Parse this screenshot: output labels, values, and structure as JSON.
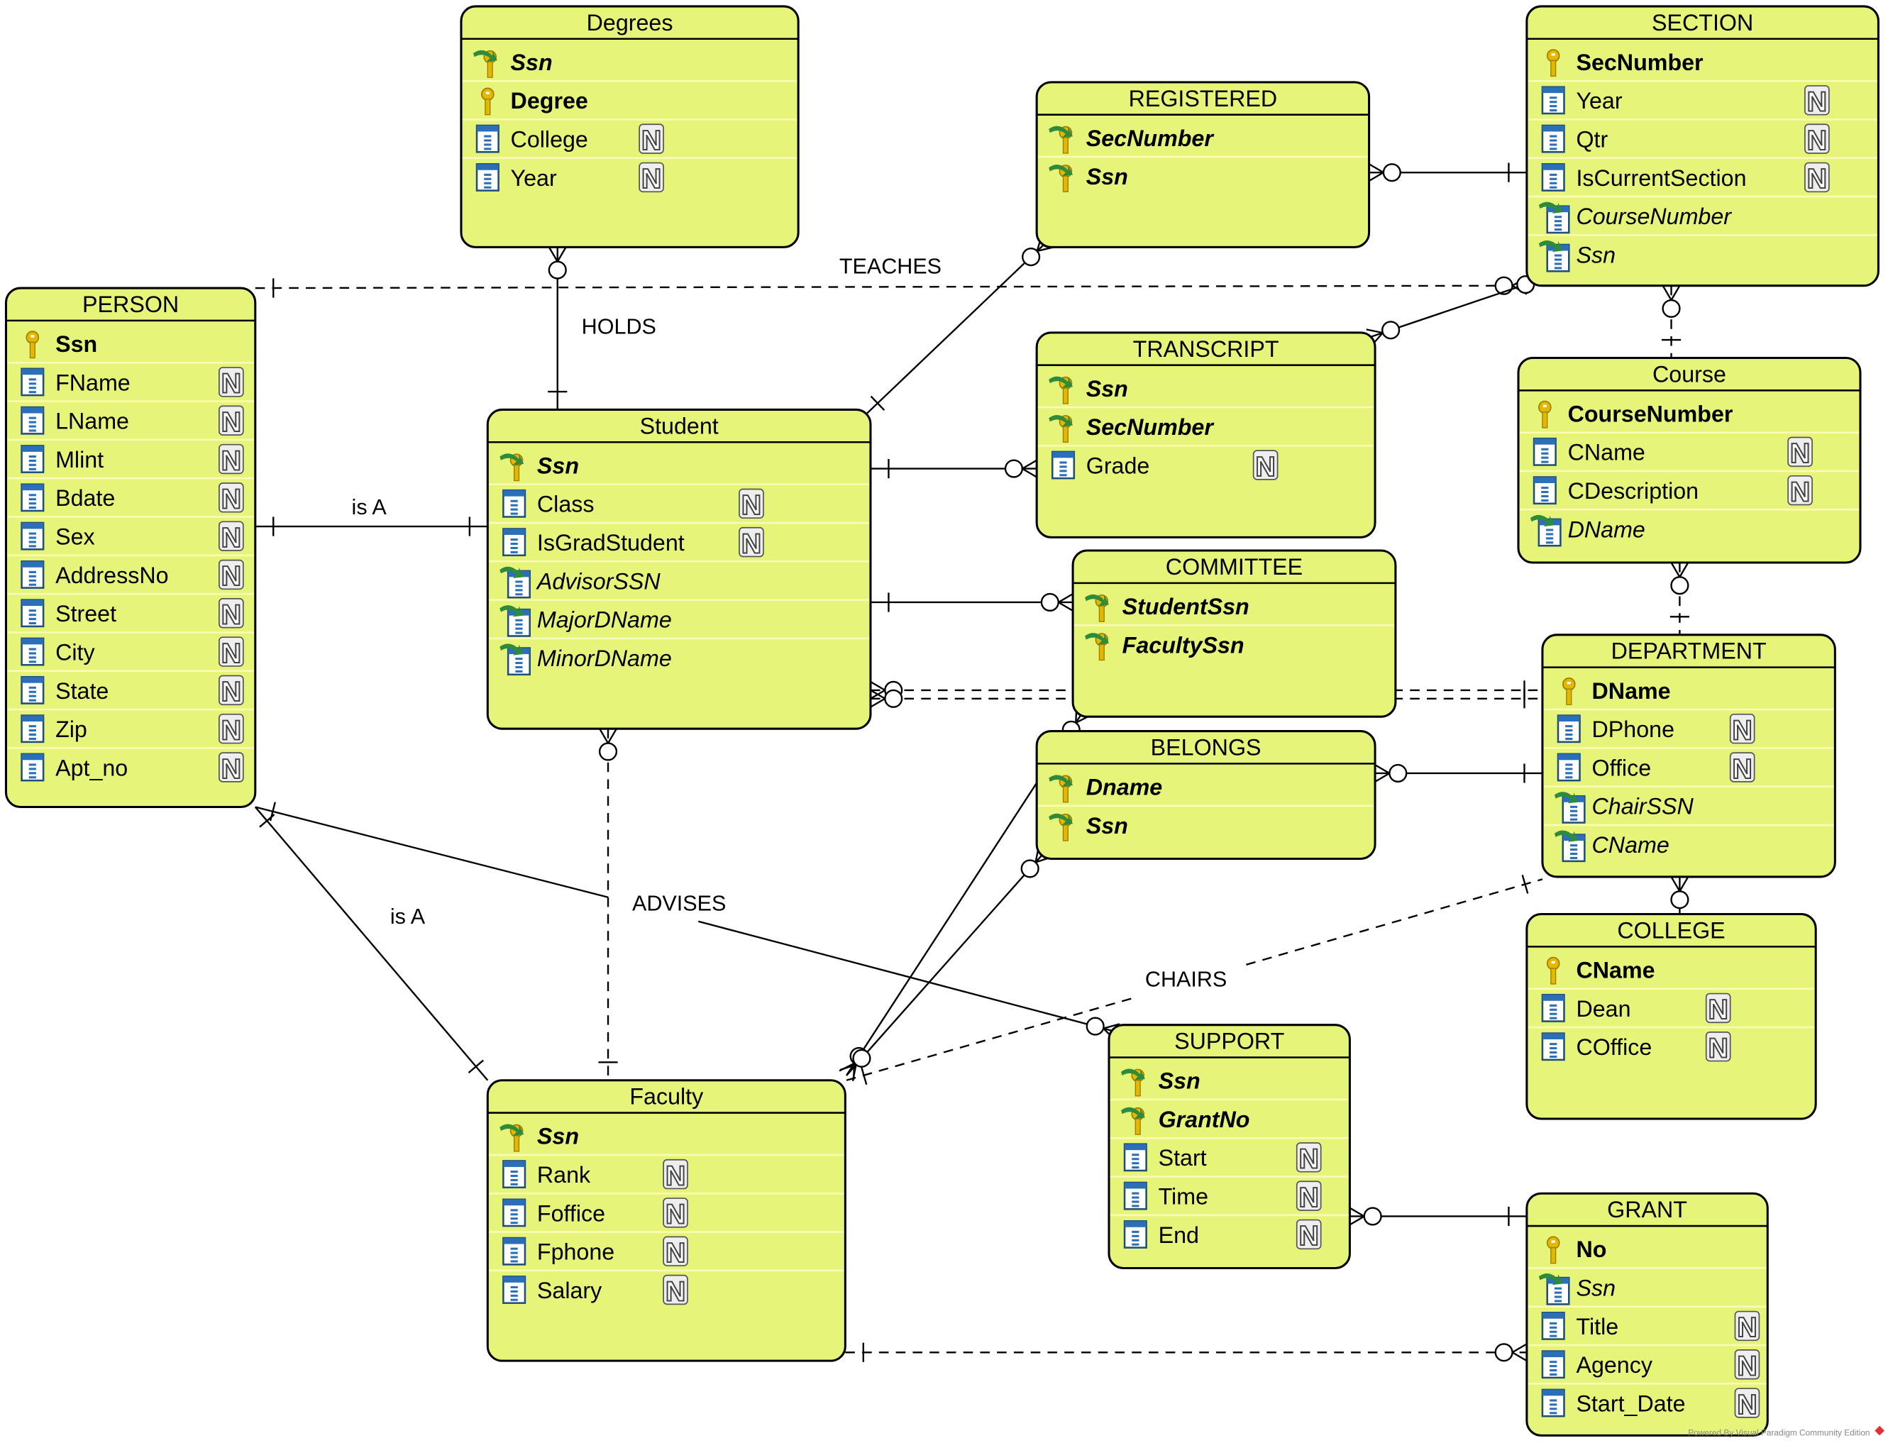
{
  "diagram": {
    "colors": {
      "entity_fill": "#e6f57a",
      "row_separator": "#fbfbb8",
      "key": "#e2b800",
      "fk_arrow": "#2e8b3a",
      "column_icon": "#2a6fb8"
    },
    "entities": [
      {
        "name": "Degrees",
        "attributes": [
          {
            "name": "Ssn",
            "kind": "primary-foreign-key"
          },
          {
            "name": "Degree",
            "kind": "primary-key"
          },
          {
            "name": "College",
            "kind": "column",
            "nullable": true
          },
          {
            "name": "Year",
            "kind": "column",
            "nullable": true
          }
        ]
      },
      {
        "name": "SECTION",
        "attributes": [
          {
            "name": "SecNumber",
            "kind": "primary-key"
          },
          {
            "name": "Year",
            "kind": "column",
            "nullable": true
          },
          {
            "name": "Qtr",
            "kind": "column",
            "nullable": true
          },
          {
            "name": "IsCurrentSection",
            "kind": "column",
            "nullable": true
          },
          {
            "name": "CourseNumber",
            "kind": "foreign-key"
          },
          {
            "name": "Ssn",
            "kind": "foreign-key"
          }
        ]
      },
      {
        "name": "REGISTERED",
        "attributes": [
          {
            "name": "SecNumber",
            "kind": "primary-foreign-key"
          },
          {
            "name": "Ssn",
            "kind": "primary-foreign-key"
          }
        ]
      },
      {
        "name": "PERSON",
        "attributes": [
          {
            "name": "Ssn",
            "kind": "primary-key"
          },
          {
            "name": "FName",
            "kind": "column",
            "nullable": true
          },
          {
            "name": "LName",
            "kind": "column",
            "nullable": true
          },
          {
            "name": "Mlint",
            "kind": "column",
            "nullable": true
          },
          {
            "name": "Bdate",
            "kind": "column",
            "nullable": true
          },
          {
            "name": "Sex",
            "kind": "column",
            "nullable": true
          },
          {
            "name": "AddressNo",
            "kind": "column",
            "nullable": true
          },
          {
            "name": "Street",
            "kind": "column",
            "nullable": true
          },
          {
            "name": "City",
            "kind": "column",
            "nullable": true
          },
          {
            "name": "State",
            "kind": "column",
            "nullable": true
          },
          {
            "name": "Zip",
            "kind": "column",
            "nullable": true
          },
          {
            "name": "Apt_no",
            "kind": "column",
            "nullable": true
          }
        ]
      },
      {
        "name": "Student",
        "attributes": [
          {
            "name": "Ssn",
            "kind": "primary-foreign-key"
          },
          {
            "name": "Class",
            "kind": "column",
            "nullable": true
          },
          {
            "name": "IsGradStudent",
            "kind": "column",
            "nullable": true
          },
          {
            "name": "AdvisorSSN",
            "kind": "foreign-key"
          },
          {
            "name": "MajorDName",
            "kind": "foreign-key"
          },
          {
            "name": "MinorDName",
            "kind": "foreign-key"
          }
        ]
      },
      {
        "name": "TRANSCRIPT",
        "attributes": [
          {
            "name": "Ssn",
            "kind": "primary-foreign-key"
          },
          {
            "name": "SecNumber",
            "kind": "primary-foreign-key"
          },
          {
            "name": "Grade",
            "kind": "column",
            "nullable": true
          }
        ]
      },
      {
        "name": "Course",
        "attributes": [
          {
            "name": "CourseNumber",
            "kind": "primary-key"
          },
          {
            "name": "CName",
            "kind": "column",
            "nullable": true
          },
          {
            "name": "CDescription",
            "kind": "column",
            "nullable": true
          },
          {
            "name": "DName",
            "kind": "foreign-key"
          }
        ]
      },
      {
        "name": "COMMITTEE",
        "attributes": [
          {
            "name": "StudentSsn",
            "kind": "primary-foreign-key"
          },
          {
            "name": "FacultySsn",
            "kind": "primary-foreign-key"
          }
        ]
      },
      {
        "name": "DEPARTMENT",
        "attributes": [
          {
            "name": "DName",
            "kind": "primary-key"
          },
          {
            "name": "DPhone",
            "kind": "column",
            "nullable": true
          },
          {
            "name": "Office",
            "kind": "column",
            "nullable": true
          },
          {
            "name": "ChairSSN",
            "kind": "foreign-key"
          },
          {
            "name": "CName",
            "kind": "foreign-key"
          }
        ]
      },
      {
        "name": "BELONGS",
        "attributes": [
          {
            "name": "Dname",
            "kind": "primary-foreign-key"
          },
          {
            "name": "Ssn",
            "kind": "primary-foreign-key"
          }
        ]
      },
      {
        "name": "COLLEGE",
        "attributes": [
          {
            "name": "CName",
            "kind": "primary-key"
          },
          {
            "name": "Dean",
            "kind": "column",
            "nullable": true
          },
          {
            "name": "COffice",
            "kind": "column",
            "nullable": true
          }
        ]
      },
      {
        "name": "SUPPORT",
        "attributes": [
          {
            "name": "Ssn",
            "kind": "primary-foreign-key"
          },
          {
            "name": "GrantNo",
            "kind": "primary-foreign-key"
          },
          {
            "name": "Start",
            "kind": "column",
            "nullable": true
          },
          {
            "name": "Time",
            "kind": "column",
            "nullable": true
          },
          {
            "name": "End",
            "kind": "column",
            "nullable": true
          }
        ]
      },
      {
        "name": "Faculty",
        "attributes": [
          {
            "name": "Ssn",
            "kind": "primary-foreign-key"
          },
          {
            "name": "Rank",
            "kind": "column",
            "nullable": true
          },
          {
            "name": "Foffice",
            "kind": "column",
            "nullable": true
          },
          {
            "name": "Fphone",
            "kind": "column",
            "nullable": true
          },
          {
            "name": "Salary",
            "kind": "column",
            "nullable": true
          }
        ]
      },
      {
        "name": "GRANT",
        "attributes": [
          {
            "name": "No",
            "kind": "primary-key"
          },
          {
            "name": "Ssn",
            "kind": "foreign-key"
          },
          {
            "name": "Title",
            "kind": "column",
            "nullable": true
          },
          {
            "name": "Agency",
            "kind": "column",
            "nullable": true
          },
          {
            "name": "Start_Date",
            "kind": "column",
            "nullable": true
          }
        ]
      }
    ],
    "nullable_marker": "N",
    "relationship_labels": {
      "holds": "HOLDS",
      "teaches": "TEACHES",
      "is_a_student": "is A",
      "is_a_faculty": "is A",
      "advises": "ADVISES",
      "chairs": "CHAIRS"
    },
    "watermark": "Powered By Visual Paradigm Community Edition"
  }
}
